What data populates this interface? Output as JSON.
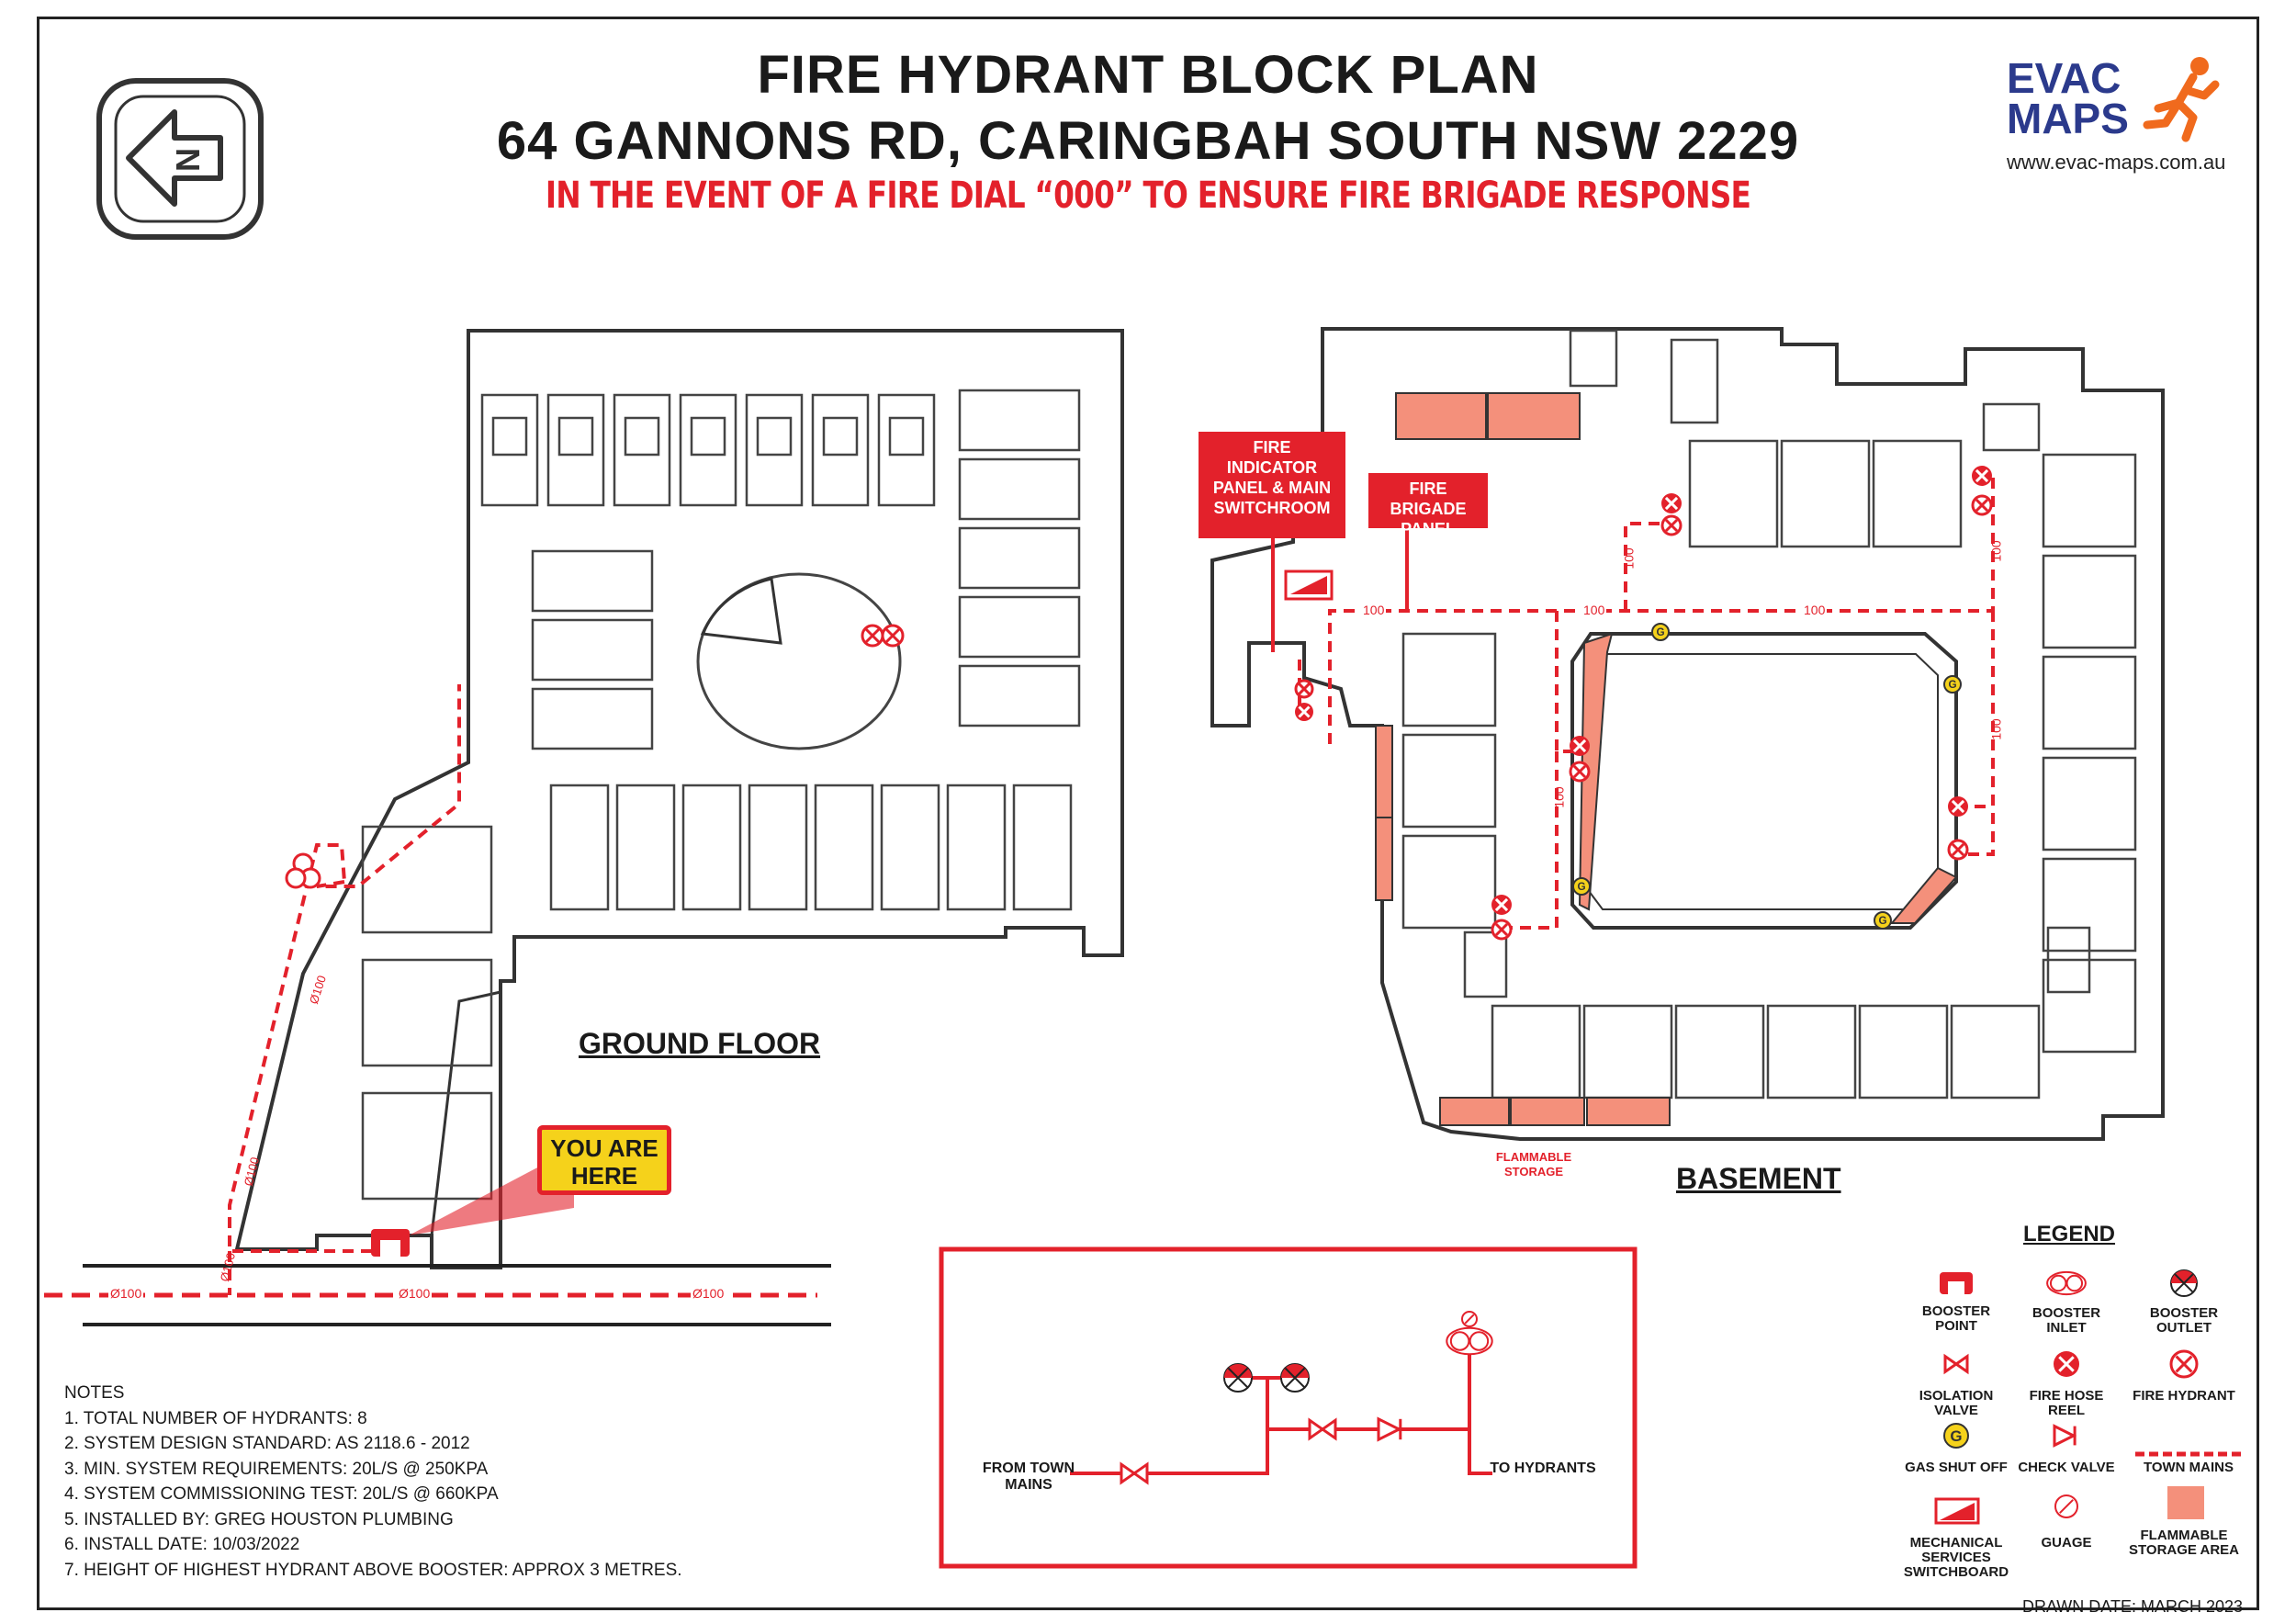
{
  "header": {
    "title_line1": "FIRE HYDRANT BLOCK PLAN",
    "title_line2": "64 GANNONS RD, CARINGBAH SOUTH NSW 2229",
    "warning": "IN THE EVENT OF A FIRE DIAL “000” TO ENSURE FIRE BRIGADE RESPONSE"
  },
  "logo": {
    "line1": "EVAC",
    "line2": "MAPS",
    "url": "www.evac-maps.com.au"
  },
  "compass": {
    "letter": "N"
  },
  "floors": {
    "ground": "GROUND FLOOR",
    "basement": "BASEMENT"
  },
  "callouts": {
    "fip": "FIRE INDICATOR PANEL & MAIN SWITCHROOM",
    "fbp": "FIRE BRIGADE PANEL",
    "you_are_here": "YOU ARE HERE",
    "flammable": "FLAMMABLE STORAGE"
  },
  "pipe_labels": {
    "dia100": "Ø100",
    "basement_100": "100"
  },
  "notes": {
    "heading": "NOTES",
    "items": [
      "1. TOTAL NUMBER OF HYDRANTS: 8",
      "2. SYSTEM DESIGN STANDARD: AS 2118.6 - 2012",
      "3. MIN. SYSTEM REQUIREMENTS: 20L/S @ 250KPA",
      "4. SYSTEM COMMISSIONING TEST: 20L/S @ 660KPA",
      "5. INSTALLED BY: GREG HOUSTON PLUMBING",
      "6. INSTALL DATE: 10/03/2022",
      "7. HEIGHT OF HIGHEST HYDRANT ABOVE BOOSTER: APPROX 3 METRES."
    ]
  },
  "schematic": {
    "from": "FROM TOWN MAINS",
    "to": "TO HYDRANTS"
  },
  "legend": {
    "title": "LEGEND",
    "items": [
      {
        "label": "BOOSTER POINT",
        "icon": "booster-point-icon"
      },
      {
        "label": "BOOSTER INLET",
        "icon": "booster-inlet-icon"
      },
      {
        "label": "BOOSTER OUTLET",
        "icon": "booster-outlet-icon"
      },
      {
        "label": "ISOLATION VALVE",
        "icon": "isolation-valve-icon"
      },
      {
        "label": "FIRE HOSE REEL",
        "icon": "fire-hose-reel-icon"
      },
      {
        "label": "FIRE HYDRANT",
        "icon": "fire-hydrant-icon"
      },
      {
        "label": "GAS SHUT OFF",
        "icon": "gas-shut-off-icon"
      },
      {
        "label": "CHECK VALVE",
        "icon": "check-valve-icon"
      },
      {
        "label": "TOWN MAINS",
        "icon": "town-mains-icon"
      },
      {
        "label": "MECHANICAL SERVICES SWITCHBOARD",
        "icon": "mech-switchboard-icon"
      },
      {
        "label": "GUAGE",
        "icon": "gauge-icon"
      },
      {
        "label": "FLAMMABLE STORAGE AREA",
        "icon": "flammable-area-icon"
      }
    ],
    "gas_letter": "G"
  },
  "drawn_date": "DRAWN DATE: MARCH 2023",
  "colors": {
    "red": "#e3212b",
    "salmon": "#f4907b",
    "yellow": "#f5d21b",
    "navy": "#2b3a8c"
  }
}
